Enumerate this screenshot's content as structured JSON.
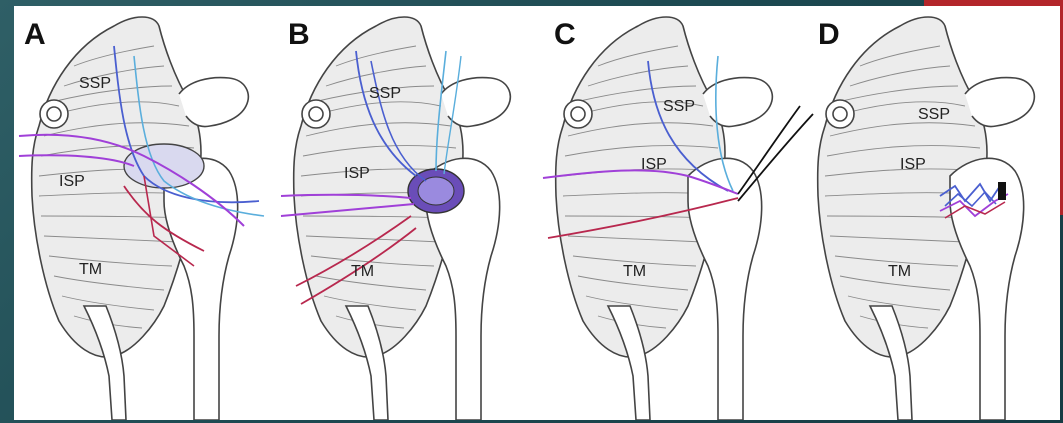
{
  "accent_color": "#b3262a",
  "background_color": "#1d4a52",
  "suture_colors": {
    "blue": "#4a5fd0",
    "light_blue": "#5aaedc",
    "purple": "#a040d8",
    "red": "#b8284e",
    "black": "#111111"
  },
  "panels": [
    {
      "letter": "A",
      "labels": {
        "ssp": "SSP",
        "isp": "ISP",
        "tm": "TM"
      }
    },
    {
      "letter": "B",
      "labels": {
        "ssp": "SSP",
        "isp": "ISP",
        "tm": "TM"
      }
    },
    {
      "letter": "C",
      "labels": {
        "ssp": "SSP",
        "isp": "ISP",
        "tm": "TM"
      }
    },
    {
      "letter": "D",
      "labels": {
        "ssp": "SSP",
        "isp": "ISP",
        "tm": "TM"
      }
    }
  ]
}
